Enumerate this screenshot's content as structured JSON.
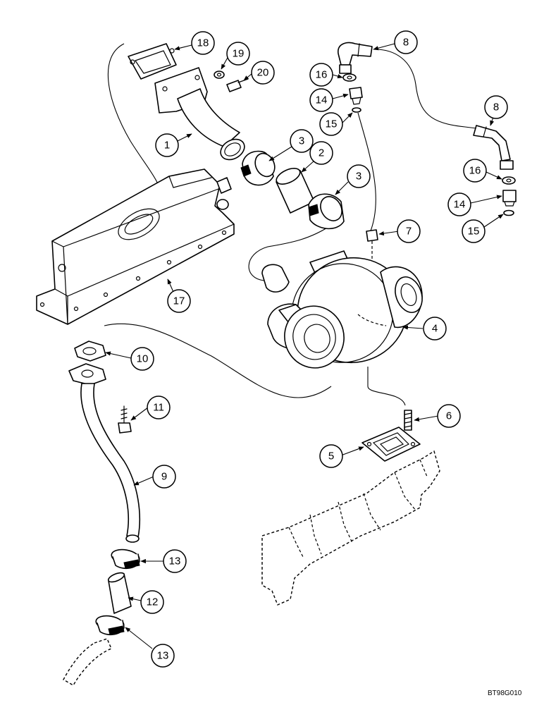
{
  "callouts": [
    {
      "label": "18"
    },
    {
      "label": "19"
    },
    {
      "label": "20"
    },
    {
      "label": "8"
    },
    {
      "label": "16"
    },
    {
      "label": "14"
    },
    {
      "label": "15"
    },
    {
      "label": "1"
    },
    {
      "label": "3"
    },
    {
      "label": "2"
    },
    {
      "label": "3"
    },
    {
      "label": "8"
    },
    {
      "label": "16"
    },
    {
      "label": "14"
    },
    {
      "label": "15"
    },
    {
      "label": "7"
    },
    {
      "label": "17"
    },
    {
      "label": "4"
    },
    {
      "label": "10"
    },
    {
      "label": "11"
    },
    {
      "label": "6"
    },
    {
      "label": "5"
    },
    {
      "label": "9"
    },
    {
      "label": "13"
    },
    {
      "label": "12"
    },
    {
      "label": "13"
    }
  ],
  "reference_code": "BT98G010"
}
